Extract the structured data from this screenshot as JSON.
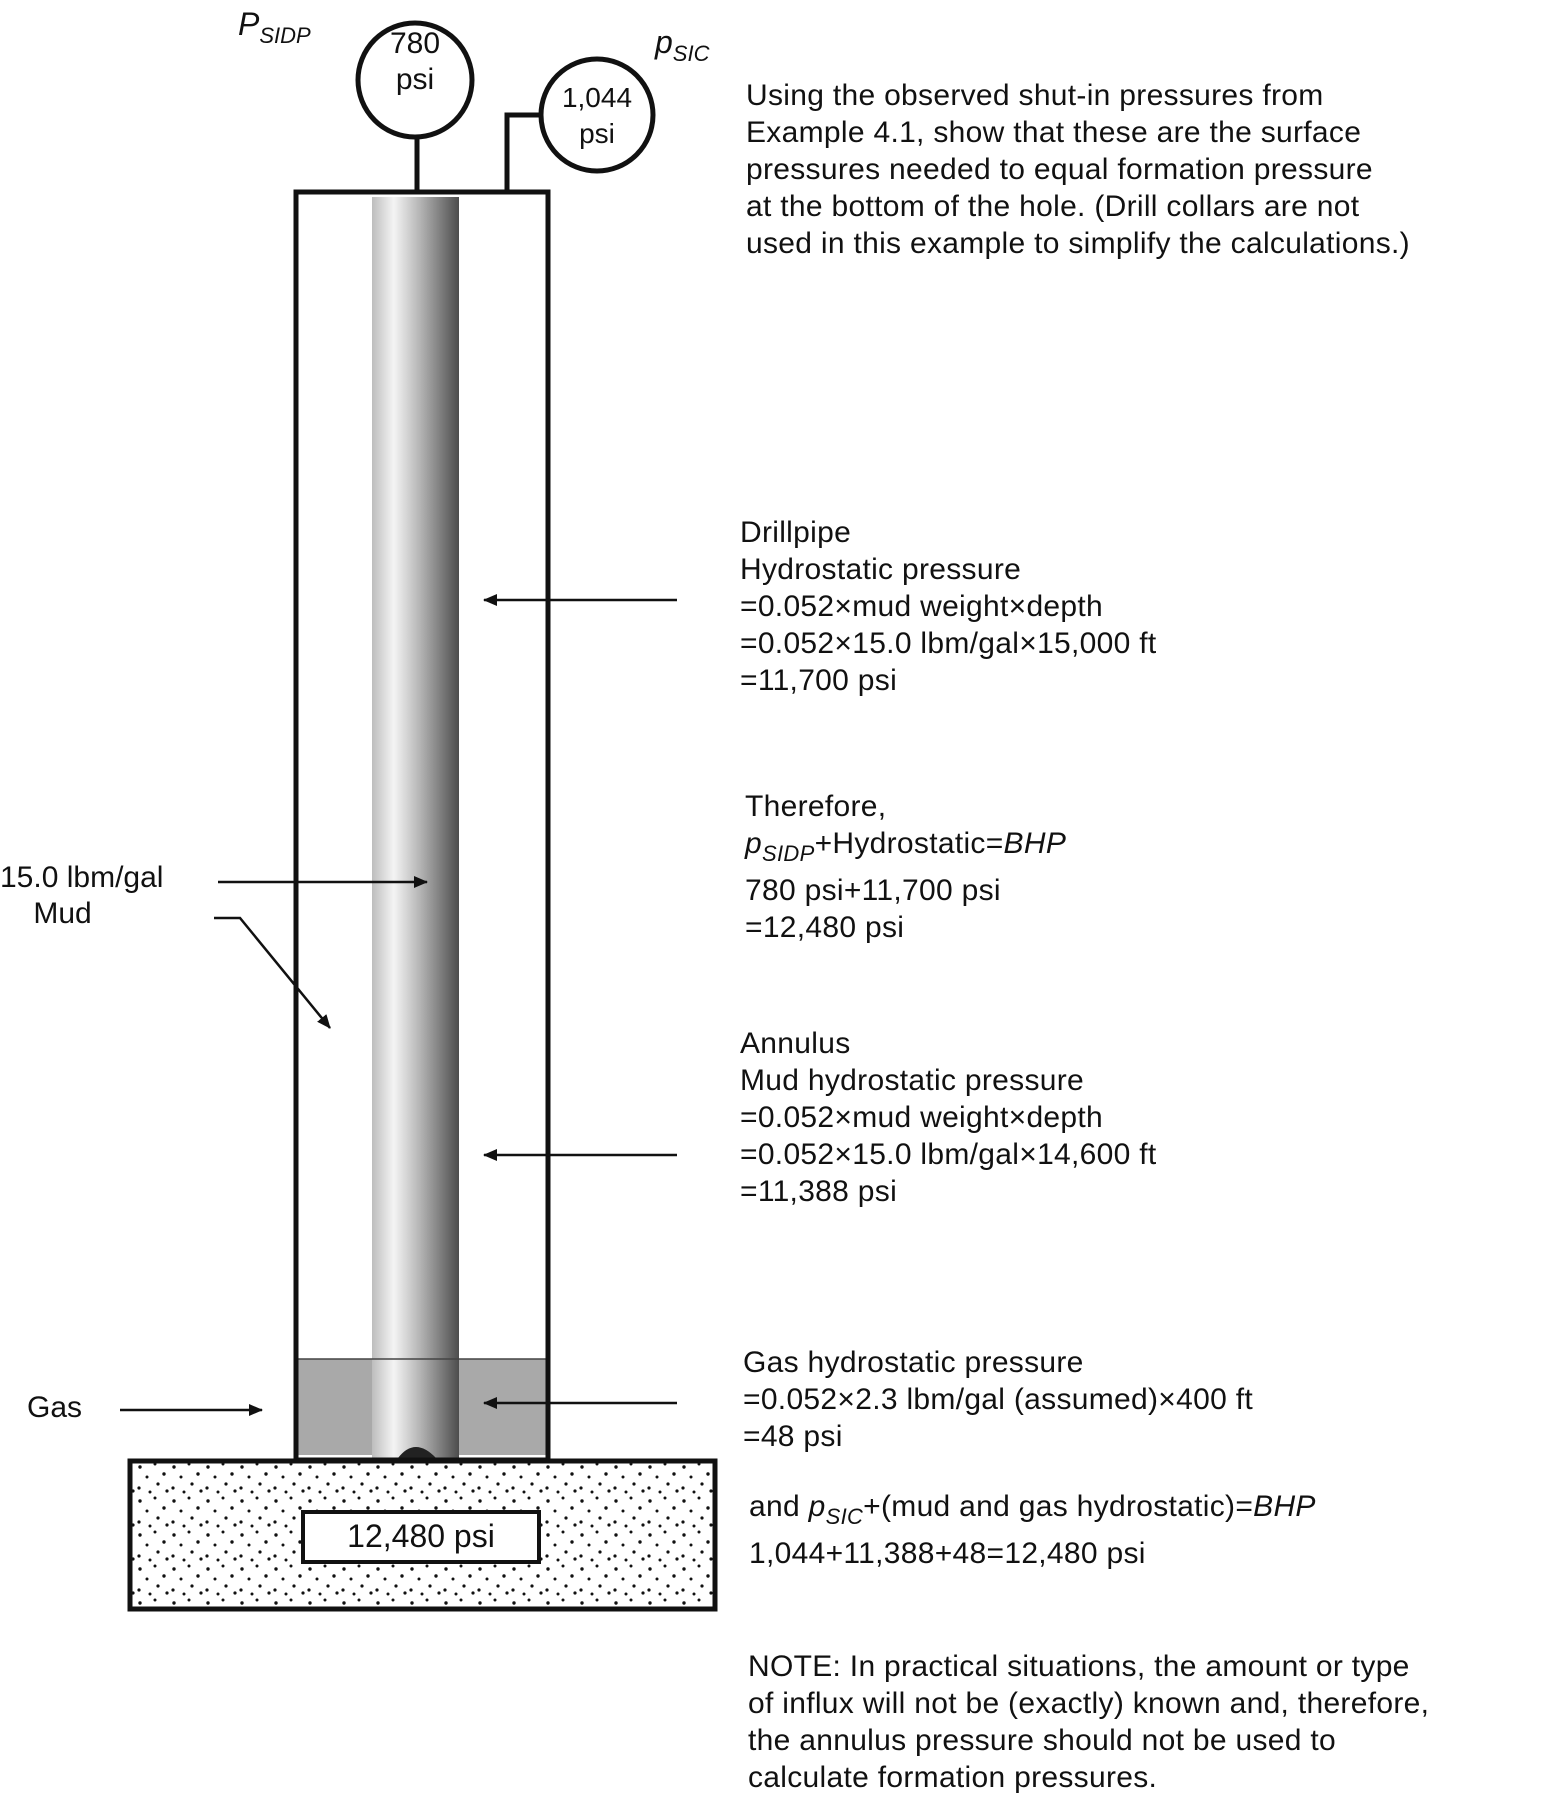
{
  "gauges": {
    "drillpipe": {
      "symbol": "P",
      "subscript": "SIDP",
      "value": "780",
      "unit": "psi"
    },
    "casing": {
      "symbol": "p",
      "subscript": "SIC",
      "value": "1,044",
      "unit": "psi"
    }
  },
  "intro": "Using the observed shut-in pressures from\nExample 4.1, show that these are the surface\npressures needed to equal formation pressure\nat the bottom of the hole. (Drill collars are not\nused in this example to simplify the calculations.)",
  "drillpipe_block": "Drillpipe\nHydrostatic pressure\n=0.052×mud weight×depth\n=0.052×15.0 lbm/gal×15,000 ft\n=11,700 psi",
  "therefore_block": {
    "line1": "Therefore,",
    "sym": "p",
    "sub": "SIDP",
    "eq_mid": "+Hydrostatic=",
    "eq_end": "BHP",
    "line3": "780 psi+11,700 psi",
    "line4": "=12,480 psi"
  },
  "annulus_block": "Annulus\nMud hydrostatic pressure\n=0.052×mud weight×depth\n=0.052×15.0 lbm/gal×14,600 ft\n=11,388 psi",
  "gas_block": "Gas hydrostatic pressure\n=0.052×2.3 lbm/gal (assumed)×400 ft\n=48 psi",
  "bhp_block": {
    "pre": "and ",
    "sym": "p",
    "sub": "SIC",
    "eq_mid": "+(mud and gas hydrostatic)=",
    "eq_end": "BHP",
    "line2": "1,044+11,388+48=12,480 psi"
  },
  "note": "NOTE: In practical situations, the amount or type\nof influx will not be (exactly) known and, therefore,\nthe annulus pressure should not be used to\ncalculate formation pressures.",
  "labels": {
    "mud": "15.0 lbm/gal\n    Mud",
    "gas": "Gas",
    "formation": "12,480 psi"
  },
  "colors": {
    "line": "#111111",
    "gas_fill": "#a9a9a9",
    "pipe_light": "#f2f2f2",
    "pipe_dark": "#5a5a5a"
  }
}
